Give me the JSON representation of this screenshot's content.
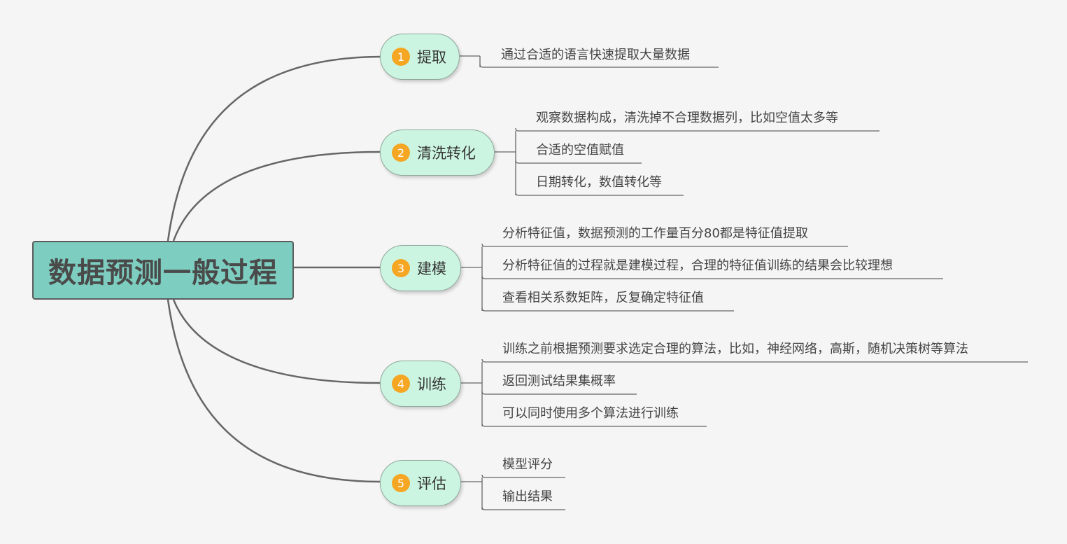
{
  "title": "数据预测一般过程",
  "colors": {
    "root_fill": "#7dcdc0",
    "branch_fill": "#ccf5e1",
    "badge": "#f5a623",
    "line": "#666666"
  },
  "branches": [
    {
      "number": "1",
      "label": "提取",
      "items": [
        "通过合适的语言快速提取大量数据"
      ]
    },
    {
      "number": "2",
      "label": "清洗转化",
      "items": [
        "观察数据构成，清洗掉不合理数据列，比如空值太多等",
        "合适的空值赋值",
        "日期转化，数值转化等"
      ]
    },
    {
      "number": "3",
      "label": "建模",
      "items": [
        "分析特征值，数据预测的工作量百分80都是特征值提取",
        "分析特征值的过程就是建模过程，合理的特征值训练的结果会比较理想",
        "查看相关系数矩阵，反复确定特征值"
      ]
    },
    {
      "number": "4",
      "label": "训练",
      "items": [
        "训练之前根据预测要求选定合理的算法，比如，神经网络，高斯，随机决策树等算法",
        "返回测试结果集概率",
        "可以同时使用多个算法进行训练"
      ]
    },
    {
      "number": "5",
      "label": "评估",
      "items": [
        "模型评分",
        "输出结果"
      ]
    }
  ]
}
